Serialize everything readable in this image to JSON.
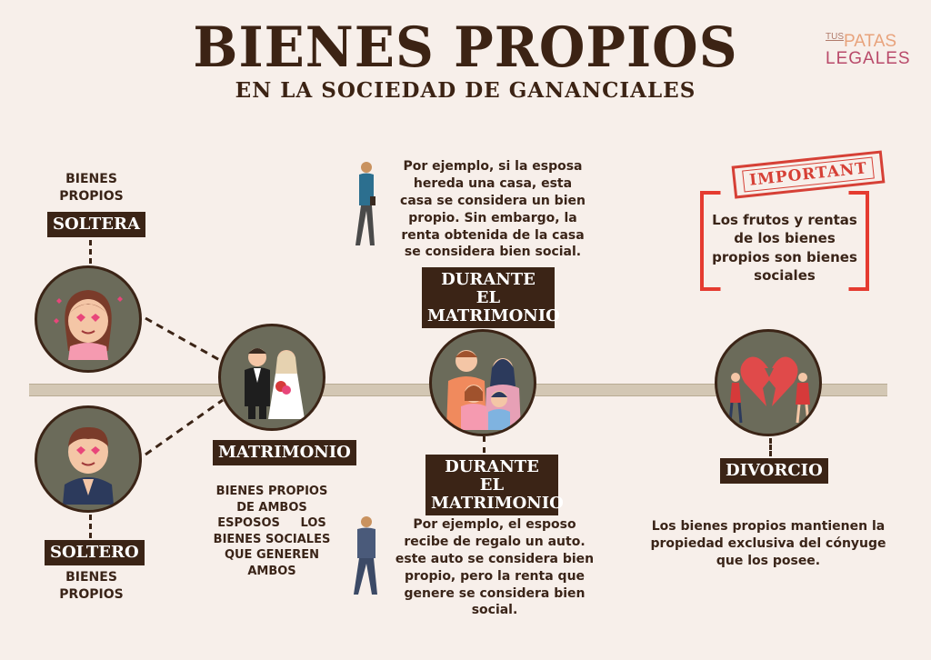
{
  "header": {
    "title": "BIENES PROPIOS",
    "subtitle": "EN LA SOCIEDAD DE GANANCIALES"
  },
  "logo": {
    "tus": "TUS",
    "patas": "PATAS",
    "legales": "LEGALES"
  },
  "soltera": {
    "caption": "BIENES PROPIOS",
    "label": "SOLTERA",
    "icon": "woman-heart-eyes-icon"
  },
  "soltero": {
    "label": "SOLTERO",
    "caption": "BIENES PROPIOS",
    "icon": "man-heart-eyes-icon"
  },
  "matrimonio": {
    "label": "MATRIMONIO",
    "icon": "bride-groom-icon",
    "caption_line1": "BIENES PROPIOS",
    "caption_line2": "DE AMBOS",
    "caption_line3": "ESPOSOS     LOS",
    "caption_line4": "BIENES SOCIALES",
    "caption_line5": "QUE GENEREN",
    "caption_line6": "AMBOS"
  },
  "durante_top": {
    "label_line1": "DURANTE EL",
    "label_line2": "MATRIMONIO",
    "example": "Por  ejemplo, si la esposa hereda una casa, esta casa se considera un bien propio. Sin embargo, la renta obtenida de la casa se considera bien social."
  },
  "durante_bottom": {
    "label_line1": "DURANTE EL",
    "label_line2": "MATRIMONIO",
    "example": "Por ejemplo, el esposo recibe de regalo un auto. este auto se considera bien propio, pero la renta que genere se considera bien social."
  },
  "family": {
    "icon": "family-icon"
  },
  "important": {
    "stamp": "IMPORTANT",
    "text": "Los frutos y rentas de los bienes propios son bienes sociales"
  },
  "divorcio": {
    "label": "DIVORCIO",
    "icon": "broken-heart-icon",
    "caption": "Los bienes propios mantienen la propiedad exclusiva del cónyuge que los posee."
  },
  "colors": {
    "dark_brown": "#3b2416",
    "circle_bg": "#6b6b5a",
    "accent_red": "#e53b30",
    "background": "#f7efea"
  }
}
